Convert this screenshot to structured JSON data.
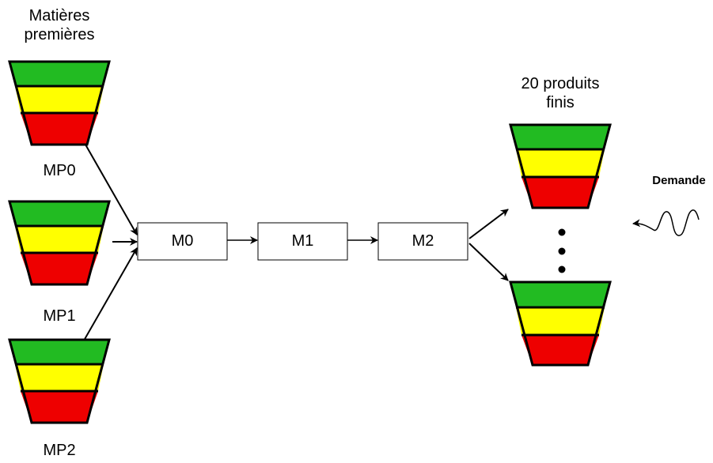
{
  "raw_materials": {
    "title_line1": "Matières",
    "title_line2": "premières",
    "labels": [
      "MP0",
      "MP1",
      "MP2"
    ]
  },
  "machines": [
    "M0",
    "M1",
    "M2"
  ],
  "finished": {
    "title_line1": "20 produits",
    "title_line2": "finis"
  },
  "demand": {
    "label": "Demande"
  },
  "colors": {
    "level_high": "#22bb22",
    "level_mid": "#ffff00",
    "level_low": "#ee0000",
    "stroke": "#000000"
  },
  "ellipsis_dots": "⋮"
}
